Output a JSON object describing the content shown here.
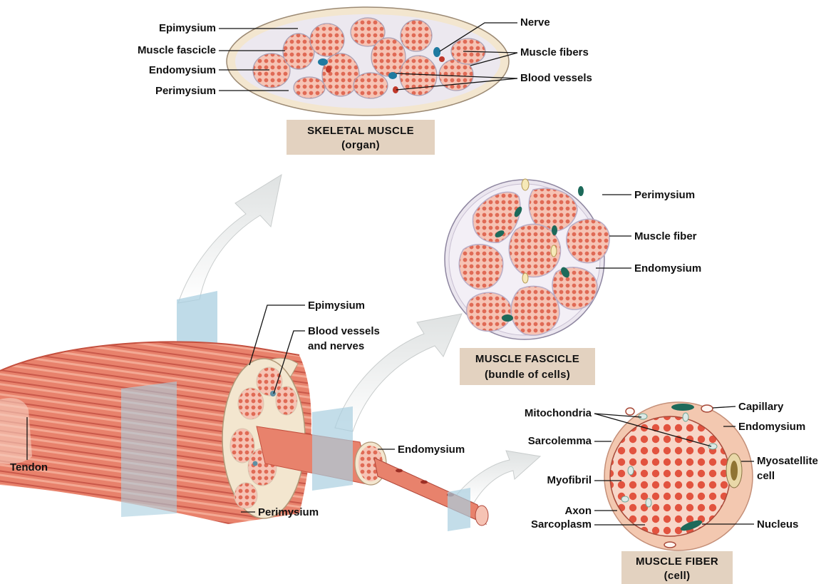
{
  "sections": {
    "organ": {
      "title_line1": "SKELETAL MUSCLE",
      "title_line2": "(organ)",
      "labels": {
        "epimysium": "Epimysium",
        "muscle_fascicle": "Muscle fascicle",
        "endomysium": "Endomysium",
        "perimysium": "Perimysium",
        "nerve": "Nerve",
        "muscle_fibers": "Muscle fibers",
        "blood_vessels": "Blood vessels"
      }
    },
    "fascicle": {
      "title_line1": "MUSCLE FASCICLE",
      "title_line2": "(bundle of cells)",
      "labels": {
        "perimysium": "Perimysium",
        "muscle_fiber": "Muscle fiber",
        "endomysium": "Endomysium"
      }
    },
    "whole_muscle": {
      "labels": {
        "epimysium": "Epimysium",
        "blood_vessels_1": "Blood vessels",
        "blood_vessels_2": "and nerves",
        "tendon": "Tendon",
        "endomysium": "Endomysium",
        "perimysium": "Perimysium"
      }
    },
    "fiber": {
      "title_line1": "MUSCLE FIBER",
      "title_line2": "(cell)",
      "labels": {
        "mitochondria": "Mitochondria",
        "sarcolemma": "Sarcolemma",
        "myofibril": "Myofibril",
        "axon": "Axon",
        "sarcoplasm": "Sarcoplasm",
        "capillary": "Capillary",
        "endomysium": "Endomysium",
        "myosatellite_1": "Myosatellite",
        "myosatellite_2": "cell",
        "nucleus": "Nucleus"
      }
    }
  },
  "colors": {
    "muscle": "#e8826c",
    "muscle_dark": "#c9584a",
    "fiber_dot": "#e06a55",
    "connective": "#f3e6cf",
    "perimysium_fill": "#f7efe4",
    "title_box": "#e3d2c0",
    "nerve": "#1f7aa0",
    "vessel": "#c0392b",
    "nucleus": "#1d6a5a",
    "plane": "#a9cfe0",
    "arrow": "#e9ebeb"
  }
}
